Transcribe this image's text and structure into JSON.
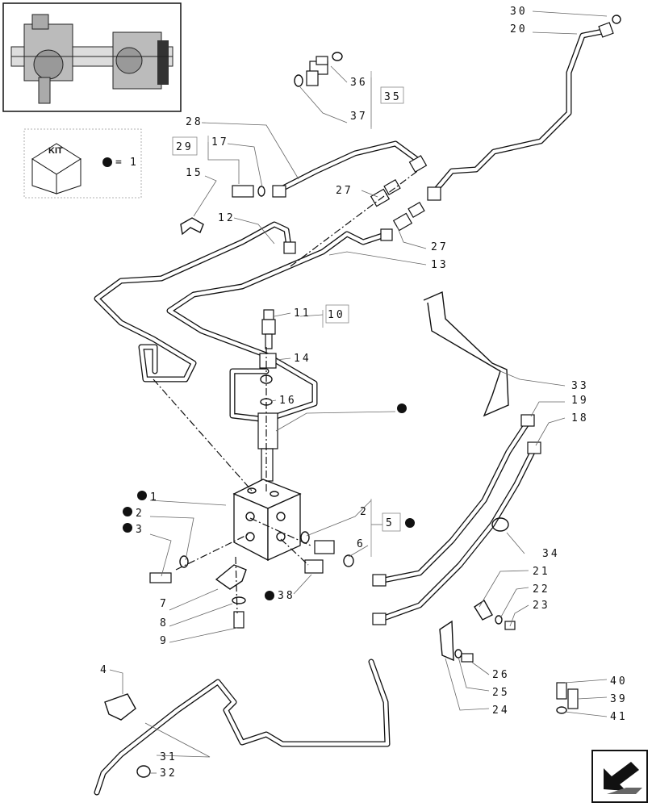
{
  "kit_legend": {
    "badge": "KIT",
    "equals": "=",
    "quantity": "1"
  },
  "labels": [
    {
      "id": "30",
      "text": "30"
    },
    {
      "id": "20",
      "text": "20"
    },
    {
      "id": "36",
      "text": "36"
    },
    {
      "id": "35",
      "text": "35"
    },
    {
      "id": "37",
      "text": "37"
    },
    {
      "id": "28",
      "text": "28"
    },
    {
      "id": "29",
      "text": "29"
    },
    {
      "id": "17",
      "text": "17"
    },
    {
      "id": "15",
      "text": "15"
    },
    {
      "id": "27a",
      "text": "27"
    },
    {
      "id": "12",
      "text": "12"
    },
    {
      "id": "27b",
      "text": "27"
    },
    {
      "id": "13",
      "text": "13"
    },
    {
      "id": "11",
      "text": "11"
    },
    {
      "id": "10",
      "text": "10"
    },
    {
      "id": "14",
      "text": "14"
    },
    {
      "id": "16",
      "text": "16"
    },
    {
      "id": "33",
      "text": "33"
    },
    {
      "id": "19",
      "text": "19"
    },
    {
      "id": "18",
      "text": "18"
    },
    {
      "id": "1",
      "text": "1"
    },
    {
      "id": "2a",
      "text": "2"
    },
    {
      "id": "3",
      "text": "3"
    },
    {
      "id": "2b",
      "text": "2"
    },
    {
      "id": "5",
      "text": "5"
    },
    {
      "id": "6",
      "text": "6"
    },
    {
      "id": "34",
      "text": "34"
    },
    {
      "id": "21",
      "text": "21"
    },
    {
      "id": "22",
      "text": "22"
    },
    {
      "id": "23",
      "text": "23"
    },
    {
      "id": "7",
      "text": "7"
    },
    {
      "id": "38",
      "text": "38"
    },
    {
      "id": "8",
      "text": "8"
    },
    {
      "id": "9",
      "text": "9"
    },
    {
      "id": "26",
      "text": "26"
    },
    {
      "id": "25",
      "text": "25"
    },
    {
      "id": "24",
      "text": "24"
    },
    {
      "id": "40",
      "text": "40"
    },
    {
      "id": "39",
      "text": "39"
    },
    {
      "id": "41",
      "text": "41"
    },
    {
      "id": "4",
      "text": "4"
    },
    {
      "id": "31",
      "text": "31"
    },
    {
      "id": "32",
      "text": "32"
    }
  ]
}
